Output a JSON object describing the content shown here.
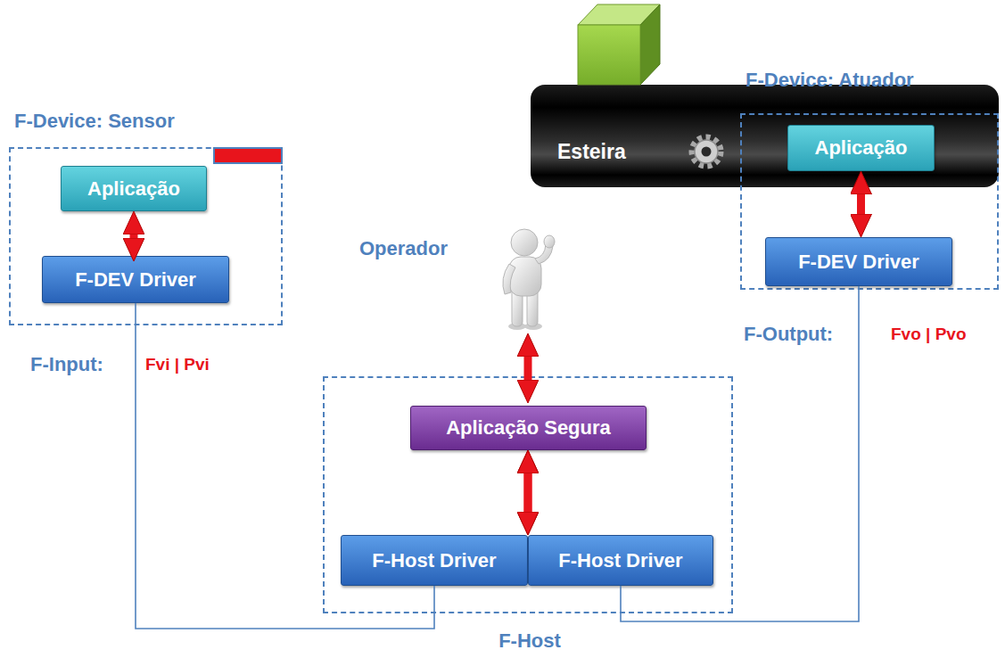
{
  "diagram": {
    "nodes": [
      {
        "text": [
          "F-Device: Sensor"
        ]
      },
      {
        "text": [
          "Aplicação"
        ],
        "in": 0
      },
      {
        "text": [
          "F-DEV Driver"
        ],
        "in": 0
      },
      {
        "text": [
          "Esteira"
        ]
      },
      {
        "text": [
          "F-Device: Atuador"
        ]
      },
      {
        "text": [
          "Aplicação"
        ],
        "in": 4
      },
      {
        "text": [
          "F-DEV Driver"
        ],
        "in": 4
      },
      {
        "text": [
          "F-Host"
        ]
      },
      {
        "text": [
          "Aplicação Segura"
        ],
        "in": 7
      },
      {
        "text": [
          "F-Host Driver"
        ],
        "in": 7
      },
      {
        "text": [
          "F-Host Driver"
        ],
        "in": 7
      }
    ],
    "edges": [
      {
        "from": 1,
        "to": 2,
        "arrow": "both"
      },
      {
        "from": 5,
        "to": 6,
        "arrow": "both"
      },
      {
        "from": 8,
        "to": 9,
        "arrow": "both"
      },
      {
        "from": 8,
        "to": 10,
        "arrow": "both"
      },
      {
        "from": 2,
        "to": 9,
        "arrow": "none"
      },
      {
        "from": 6,
        "to": 10,
        "arrow": "none"
      }
    ],
    "labels": [
      "Operador",
      "F-Input:",
      "Fvi | Pvi",
      "F-Output:",
      "Fvo | Pvo"
    ]
  }
}
